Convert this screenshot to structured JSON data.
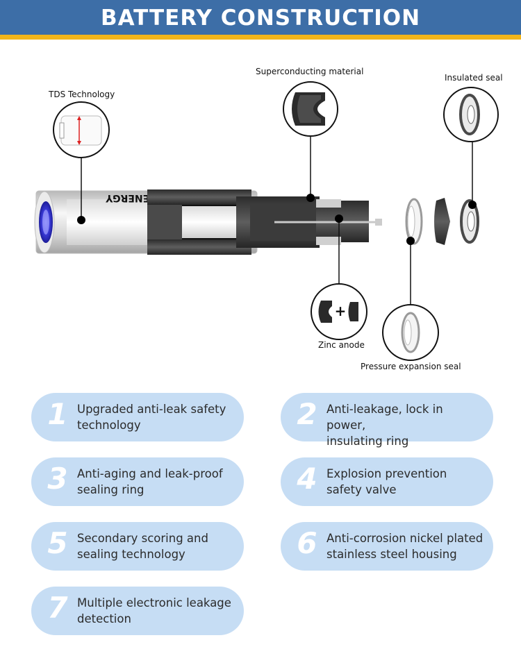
{
  "header": {
    "title": "BATTERY CONSTRUCTION"
  },
  "diagram": {
    "battery_brand": "XIN ENERGY",
    "labels": {
      "tds": "TDS Technology",
      "superconducting": "Superconducting material",
      "insulated_seal": "Insulated seal",
      "zinc_anode": "Zinc anode",
      "zinc_plus": "+",
      "pressure_seal": "Pressure expansion seal"
    }
  },
  "features": [
    {
      "number": "1",
      "line1": "Upgraded anti-leak safety",
      "line2": "technology"
    },
    {
      "number": "2",
      "line1": "Anti-leakage, lock in power,",
      "line2": "insulating ring"
    },
    {
      "number": "3",
      "line1": "Anti-aging and leak-proof",
      "line2": "sealing ring"
    },
    {
      "number": "4",
      "line1": "Explosion prevention",
      "line2": "safety valve"
    },
    {
      "number": "5",
      "line1": "Secondary scoring and",
      "line2": "sealing technology"
    },
    {
      "number": "6",
      "line1": "Anti-corrosion nickel plated",
      "line2": "stainless steel housing"
    },
    {
      "number": "7",
      "line1": "Multiple electronic leakage",
      "line2": "detection"
    }
  ],
  "colors": {
    "banner": "#3d6ea7",
    "stripe": "#f2b51b",
    "pill": "#c6ddf4"
  }
}
